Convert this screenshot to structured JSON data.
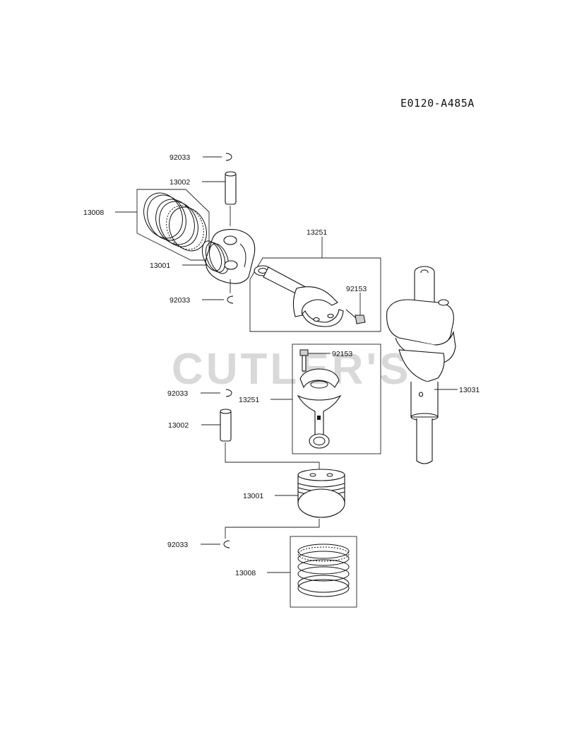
{
  "drawing_code": "E0120-A485A",
  "watermark": "CUTLER'S",
  "labels": {
    "upper": {
      "snap_ring_top": "92033",
      "pin": "13002",
      "rings": "13008",
      "piston": "13001",
      "snap_ring_bottom": "92033",
      "rod_assy": "13251",
      "rod_bolt": "92153"
    },
    "lower": {
      "rod_bolt": "92153",
      "rod_assy": "13251",
      "snap_ring_top": "92033",
      "pin": "13002",
      "piston": "13001",
      "snap_ring_bottom": "92033",
      "rings": "13008"
    },
    "crankshaft": "13031"
  }
}
